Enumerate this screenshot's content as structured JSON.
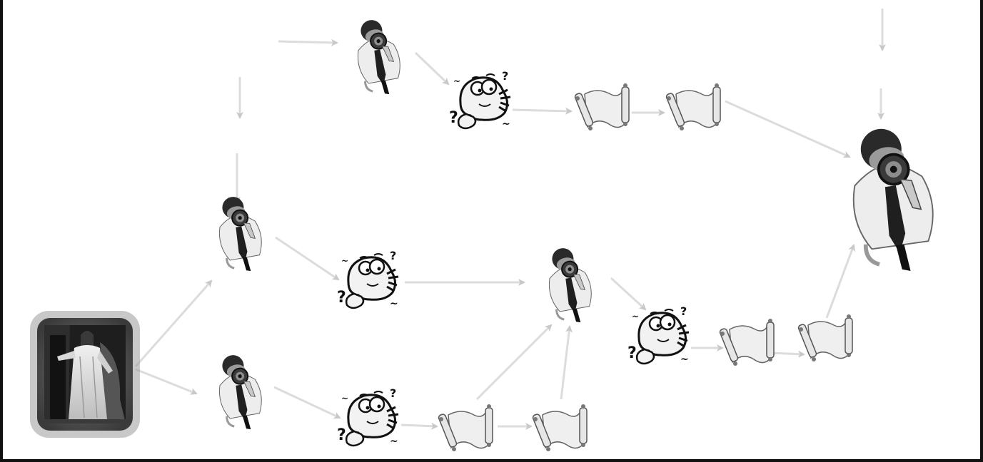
{
  "colors": {
    "frame": "#111111",
    "arrow": "#dcdcdc",
    "arrow_head": "#c8c8c8",
    "ink": "#1a1a1a",
    "paper": "#f4f4f4",
    "photo_bg": "#5a5a5a"
  },
  "nodes": {
    "source": {
      "icon": "jesus-photo"
    },
    "investigators": [
      {
        "id": "investigator-1",
        "icon": "magnifier-man-icon"
      },
      {
        "id": "investigator-2",
        "icon": "magnifier-man-icon"
      },
      {
        "id": "investigator-3",
        "icon": "magnifier-man-icon"
      },
      {
        "id": "investigator-4",
        "icon": "magnifier-man-icon"
      },
      {
        "id": "investigator-final",
        "icon": "magnifier-man-icon"
      }
    ],
    "confused": [
      {
        "id": "confused-1",
        "icon": "confused-face-icon"
      },
      {
        "id": "confused-2",
        "icon": "confused-face-icon"
      },
      {
        "id": "confused-3",
        "icon": "confused-face-icon"
      },
      {
        "id": "confused-4",
        "icon": "confused-face-icon"
      }
    ],
    "scrolls": [
      {
        "id": "scroll-1",
        "icon": "scroll-icon"
      },
      {
        "id": "scroll-2",
        "icon": "scroll-icon"
      },
      {
        "id": "scroll-3",
        "icon": "scroll-icon"
      },
      {
        "id": "scroll-4",
        "icon": "scroll-icon"
      },
      {
        "id": "scroll-5",
        "icon": "scroll-icon"
      },
      {
        "id": "scroll-6",
        "icon": "scroll-icon"
      }
    ]
  }
}
